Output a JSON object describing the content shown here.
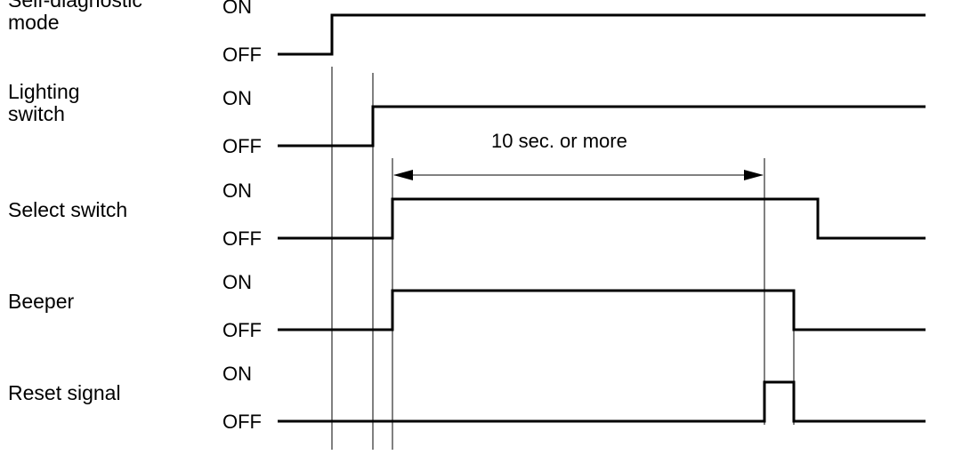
{
  "signals": [
    {
      "name_lines": [
        "Self-diagnostic",
        "mode"
      ],
      "on_label": "ON",
      "off_label": "OFF",
      "initial": "OFF",
      "transitions": [
        "t1"
      ]
    },
    {
      "name_lines": [
        "Lighting",
        "switch"
      ],
      "on_label": "ON",
      "off_label": "OFF",
      "initial": "OFF",
      "transitions": [
        "t2"
      ]
    },
    {
      "name_lines": [
        "Select switch"
      ],
      "on_label": "ON",
      "off_label": "OFF",
      "initial": "OFF",
      "transitions": [
        "t3",
        "t6"
      ]
    },
    {
      "name_lines": [
        "Beeper"
      ],
      "on_label": "ON",
      "off_label": "OFF",
      "initial": "OFF",
      "transitions": [
        "t3",
        "t5"
      ]
    },
    {
      "name_lines": [
        "Reset signal"
      ],
      "on_label": "ON",
      "off_label": "OFF",
      "initial": "OFF",
      "transitions": [
        "t4",
        "t5"
      ]
    }
  ],
  "duration_annotation": {
    "label": "10 sec. or more",
    "from": "t3",
    "to": "t4"
  }
}
